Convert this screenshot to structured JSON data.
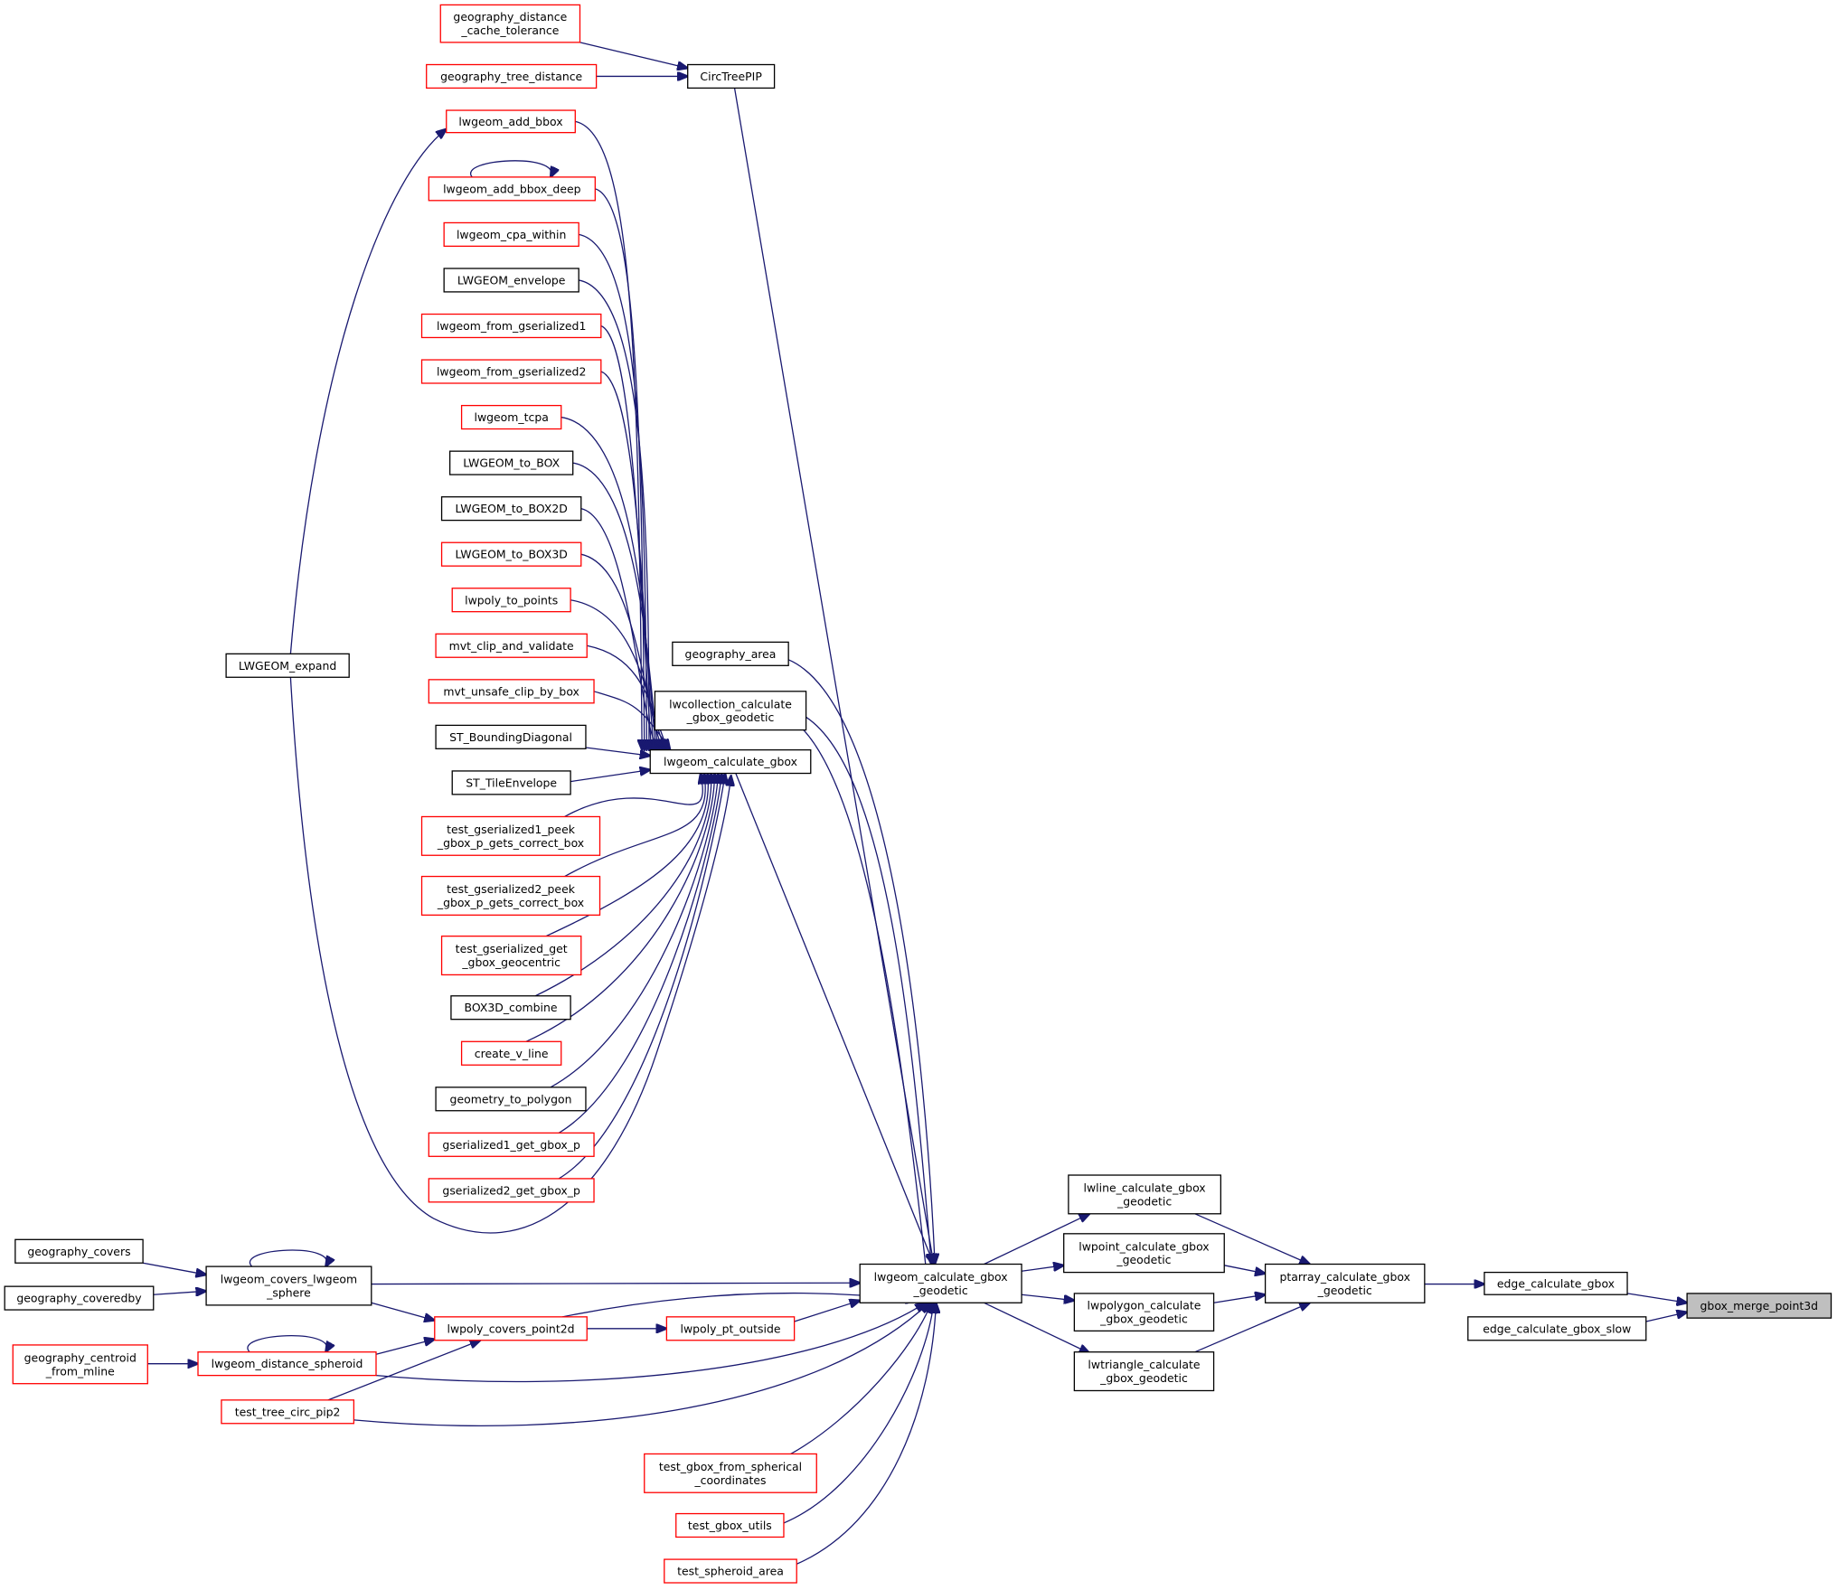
{
  "graph": {
    "type": "caller-graph",
    "focus_node": "gbox_merge_point3d",
    "colors": {
      "edge": "#191970",
      "linked_border": "#000000",
      "unlinked_border": "#ff0000",
      "focus_fill": "#bfbfbf"
    },
    "nodes": [
      {
        "id": "gdct",
        "lines": [
          "geography_distance",
          "_cache_tolerance"
        ],
        "border": "red"
      },
      {
        "id": "gtd",
        "lines": [
          "geography_tree_distance"
        ],
        "border": "red"
      },
      {
        "id": "circ",
        "lines": [
          "CircTreePIP"
        ],
        "border": "black"
      },
      {
        "id": "addbbox",
        "lines": [
          "lwgeom_add_bbox"
        ],
        "border": "red"
      },
      {
        "id": "addbboxdeep",
        "lines": [
          "lwgeom_add_bbox_deep"
        ],
        "border": "red"
      },
      {
        "id": "cpa",
        "lines": [
          "lwgeom_cpa_within"
        ],
        "border": "red"
      },
      {
        "id": "env",
        "lines": [
          "LWGEOM_envelope"
        ],
        "border": "black"
      },
      {
        "id": "fg1",
        "lines": [
          "lwgeom_from_gserialized1"
        ],
        "border": "red"
      },
      {
        "id": "fg2",
        "lines": [
          "lwgeom_from_gserialized2"
        ],
        "border": "red"
      },
      {
        "id": "tcpa",
        "lines": [
          "lwgeom_tcpa"
        ],
        "border": "red"
      },
      {
        "id": "tobox",
        "lines": [
          "LWGEOM_to_BOX"
        ],
        "border": "black"
      },
      {
        "id": "tobox2d",
        "lines": [
          "LWGEOM_to_BOX2D"
        ],
        "border": "black"
      },
      {
        "id": "tobox3d",
        "lines": [
          "LWGEOM_to_BOX3D"
        ],
        "border": "red"
      },
      {
        "id": "polypts",
        "lines": [
          "lwpoly_to_points"
        ],
        "border": "red"
      },
      {
        "id": "mvtclip",
        "lines": [
          "mvt_clip_and_validate"
        ],
        "border": "red"
      },
      {
        "id": "mvtunsafe",
        "lines": [
          "mvt_unsafe_clip_by_box"
        ],
        "border": "red"
      },
      {
        "id": "bdiag",
        "lines": [
          "ST_BoundingDiagonal"
        ],
        "border": "black"
      },
      {
        "id": "tileenv",
        "lines": [
          "ST_TileEnvelope"
        ],
        "border": "black"
      },
      {
        "id": "tg1peek",
        "lines": [
          "test_gserialized1_peek",
          "_gbox_p_gets_correct_box"
        ],
        "border": "red"
      },
      {
        "id": "tg2peek",
        "lines": [
          "test_gserialized2_peek",
          "_gbox_p_gets_correct_box"
        ],
        "border": "red"
      },
      {
        "id": "tggeo",
        "lines": [
          "test_gserialized_get",
          "_gbox_geocentric"
        ],
        "border": "red"
      },
      {
        "id": "box3dcomb",
        "lines": [
          "BOX3D_combine"
        ],
        "border": "black"
      },
      {
        "id": "cvline",
        "lines": [
          "create_v_line"
        ],
        "border": "red"
      },
      {
        "id": "geomtopoly",
        "lines": [
          "geometry_to_polygon"
        ],
        "border": "black"
      },
      {
        "id": "g1gbox",
        "lines": [
          "gserialized1_get_gbox_p"
        ],
        "border": "red"
      },
      {
        "id": "g2gbox",
        "lines": [
          "gserialized2_get_gbox_p"
        ],
        "border": "red"
      },
      {
        "id": "expand",
        "lines": [
          "LWGEOM_expand"
        ],
        "border": "black"
      },
      {
        "id": "garea",
        "lines": [
          "geography_area"
        ],
        "border": "black"
      },
      {
        "id": "lwcoll",
        "lines": [
          "lwcollection_calculate",
          "_gbox_geodetic"
        ],
        "border": "black"
      },
      {
        "id": "lcg",
        "lines": [
          "lwgeom_calculate_gbox"
        ],
        "border": "black"
      },
      {
        "id": "lcgg",
        "lines": [
          "lwgeom_calculate_gbox",
          "_geodetic"
        ],
        "border": "black"
      },
      {
        "id": "gcovers",
        "lines": [
          "geography_covers"
        ],
        "border": "black"
      },
      {
        "id": "gcoveredby",
        "lines": [
          "geography_coveredby"
        ],
        "border": "black"
      },
      {
        "id": "lcls",
        "lines": [
          "lwgeom_covers_lwgeom",
          "_sphere"
        ],
        "border": "black"
      },
      {
        "id": "gcent",
        "lines": [
          "geography_centroid",
          "_from_mline"
        ],
        "border": "red"
      },
      {
        "id": "lds",
        "lines": [
          "lwgeom_distance_spheroid"
        ],
        "border": "red"
      },
      {
        "id": "ttcp2",
        "lines": [
          "test_tree_circ_pip2"
        ],
        "border": "red"
      },
      {
        "id": "lpcp",
        "lines": [
          "lwpoly_covers_point2d"
        ],
        "border": "red"
      },
      {
        "id": "lpo",
        "lines": [
          "lwpoly_pt_outside"
        ],
        "border": "red"
      },
      {
        "id": "tgfsc",
        "lines": [
          "test_gbox_from_spherical",
          "_coordinates"
        ],
        "border": "red"
      },
      {
        "id": "tgu",
        "lines": [
          "test_gbox_utils"
        ],
        "border": "red"
      },
      {
        "id": "tsa",
        "lines": [
          "test_spheroid_area"
        ],
        "border": "red"
      },
      {
        "id": "lline",
        "lines": [
          "lwline_calculate_gbox",
          "_geodetic"
        ],
        "border": "black"
      },
      {
        "id": "lpoint",
        "lines": [
          "lwpoint_calculate_gbox",
          "_geodetic"
        ],
        "border": "black"
      },
      {
        "id": "lpolygon",
        "lines": [
          "lwpolygon_calculate",
          "_gbox_geodetic"
        ],
        "border": "black"
      },
      {
        "id": "ltri",
        "lines": [
          "lwtriangle_calculate",
          "_gbox_geodetic"
        ],
        "border": "black"
      },
      {
        "id": "ptarr",
        "lines": [
          "ptarray_calculate_gbox",
          "_geodetic"
        ],
        "border": "black"
      },
      {
        "id": "ecg",
        "lines": [
          "edge_calculate_gbox"
        ],
        "border": "black"
      },
      {
        "id": "ecgs",
        "lines": [
          "edge_calculate_gbox_slow"
        ],
        "border": "black"
      },
      {
        "id": "gmp3d",
        "lines": [
          "gbox_merge_point3d"
        ],
        "border": "gray",
        "focus": true
      }
    ]
  }
}
